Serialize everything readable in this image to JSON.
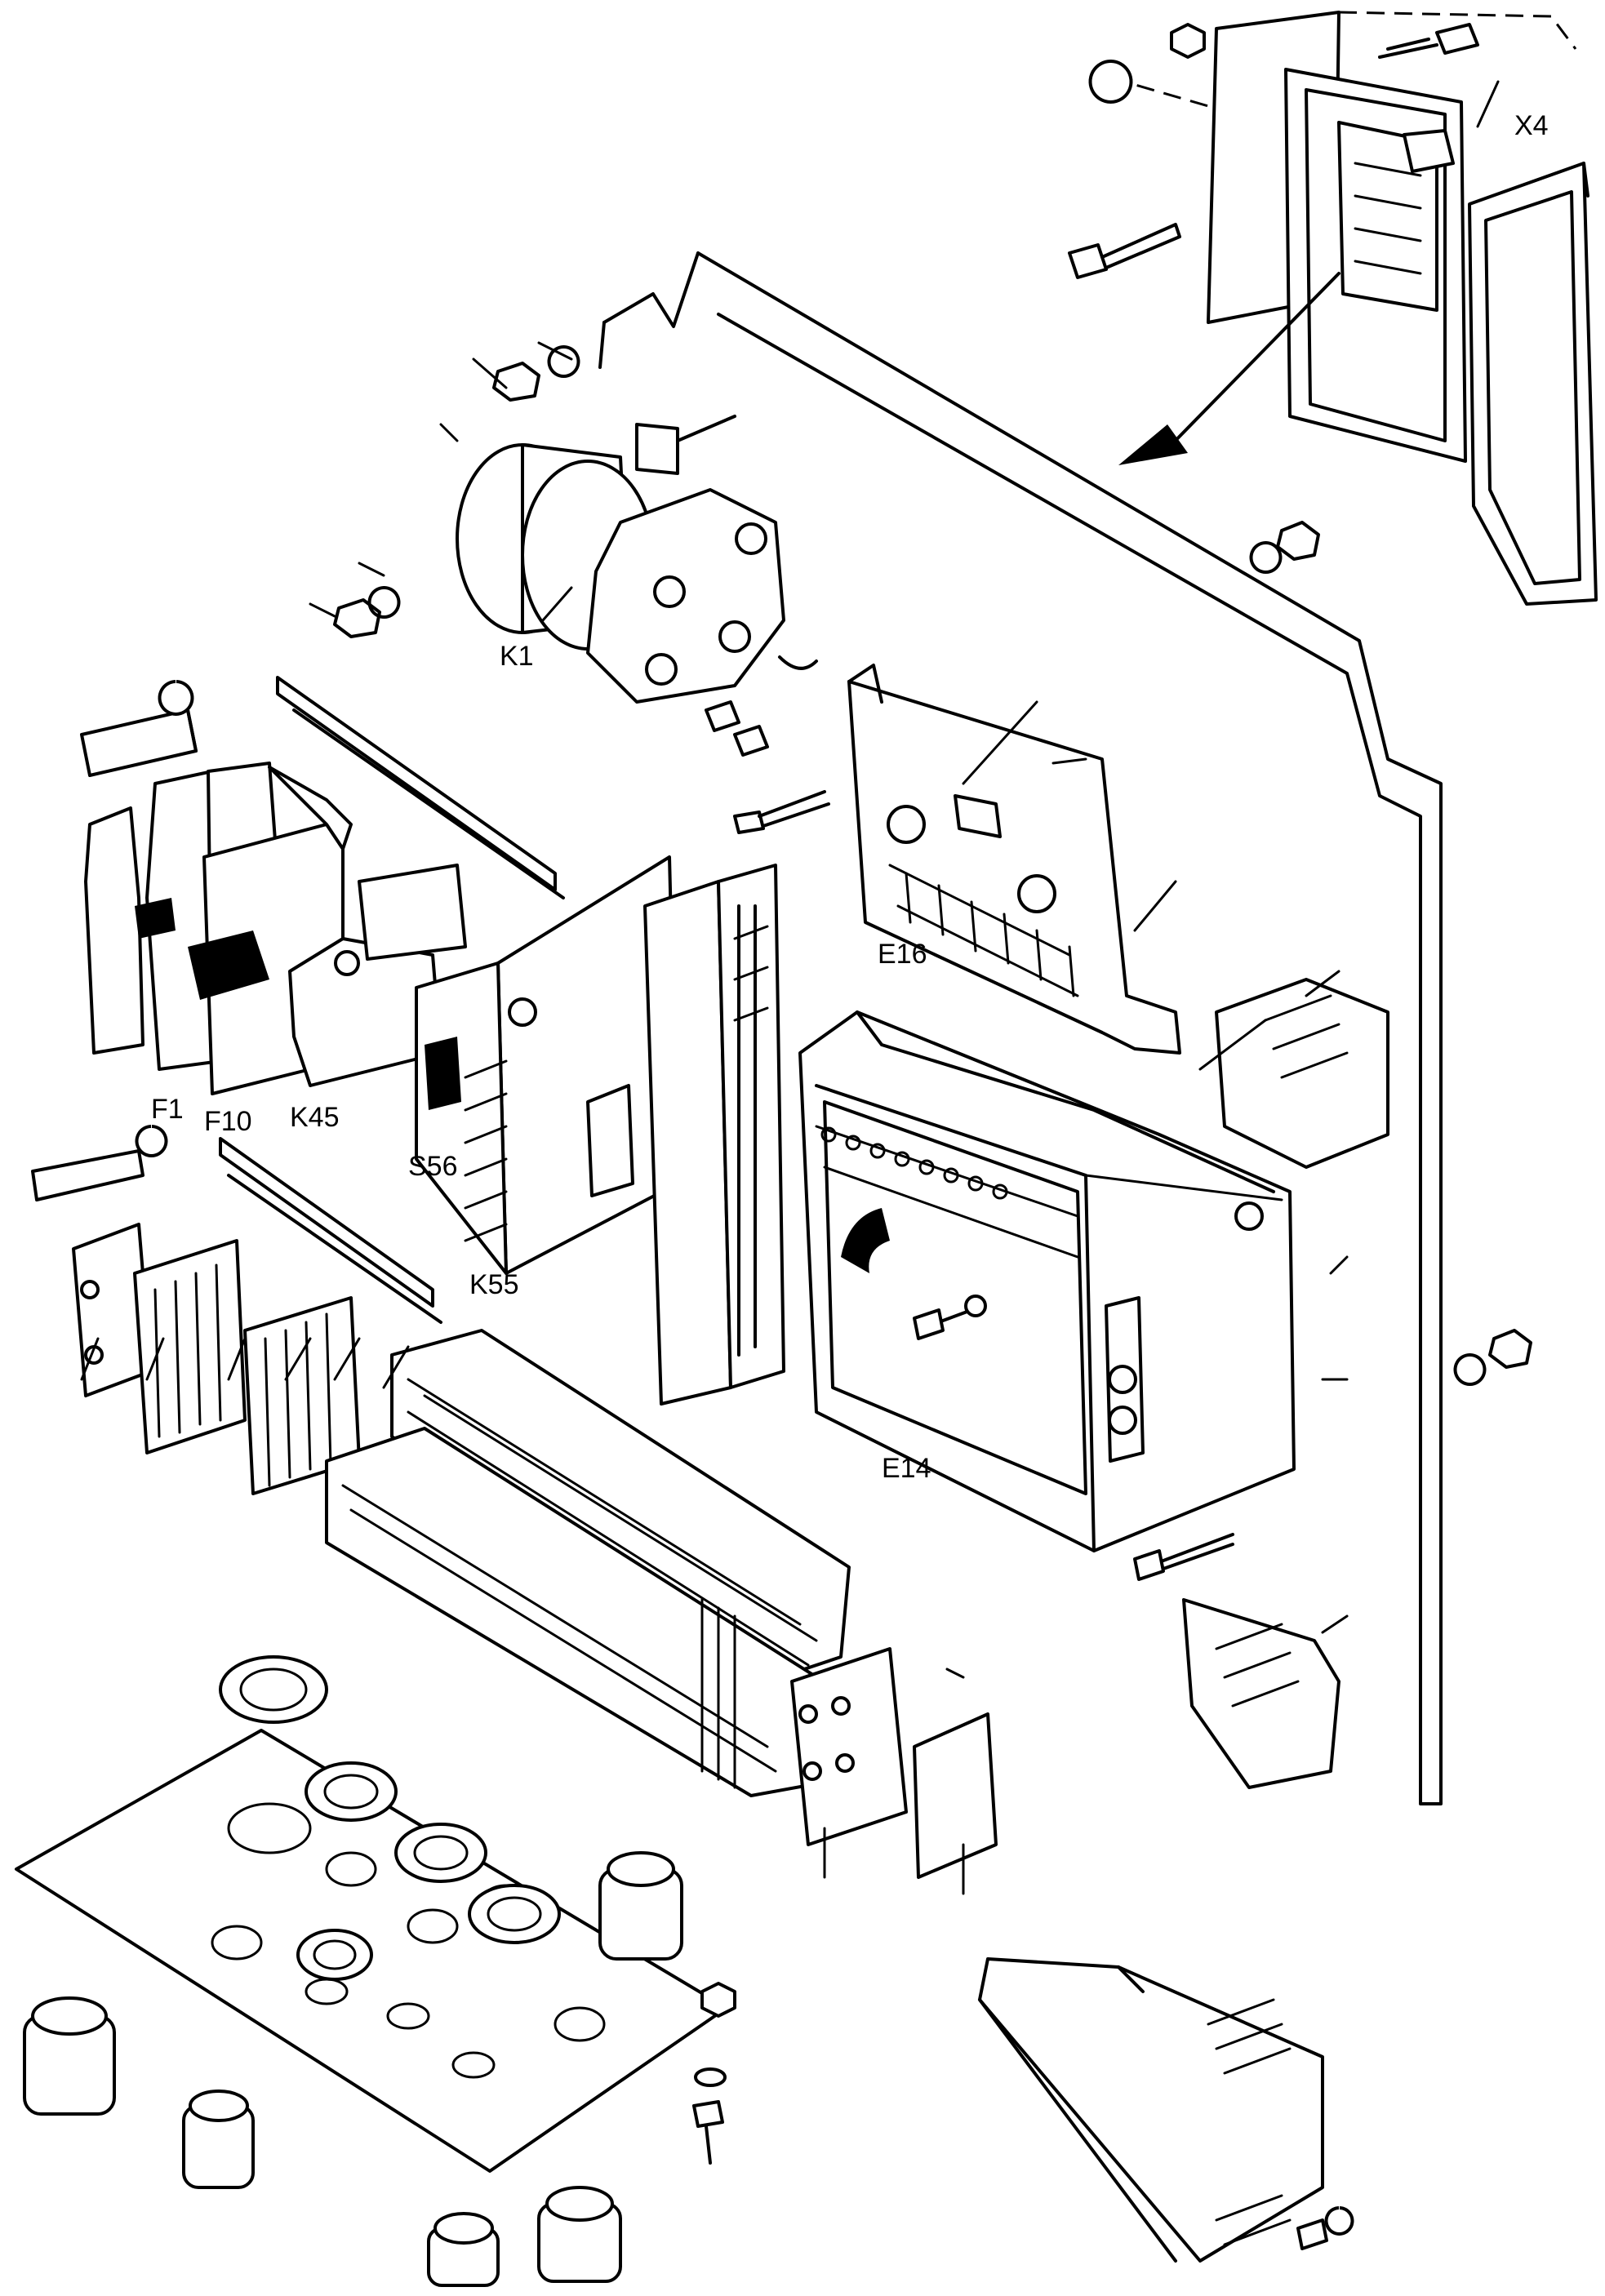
{
  "diagram": {
    "labels": {
      "x4": "X4",
      "k1": "K1",
      "e16": "E16",
      "f1": "F1",
      "f10": "F10",
      "k45": "K45",
      "s56": "S56",
      "k55": "K55",
      "e14": "E14"
    }
  }
}
